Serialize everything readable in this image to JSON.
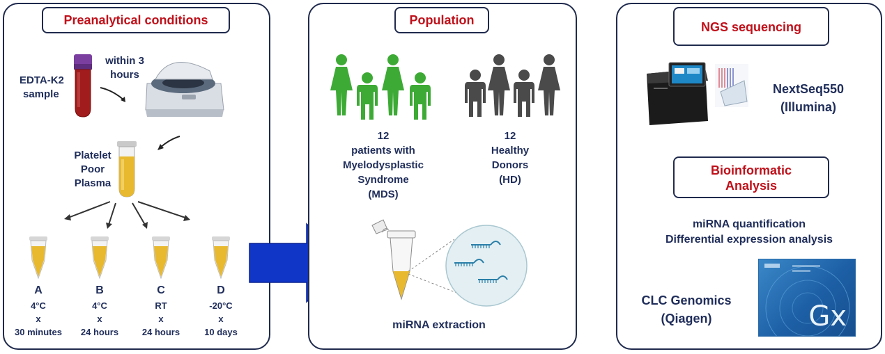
{
  "panel1": {
    "title": "Preanalytical conditions",
    "sample_line1": "EDTA-K2",
    "sample_line2": "sample",
    "time_line1": "within 3",
    "time_line2": "hours",
    "ppp_line1": "Platelet",
    "ppp_line2": "Poor",
    "ppp_line3": "Plasma",
    "conditions": [
      {
        "letter": "A",
        "temp": "4°C",
        "x": "x",
        "time": "30 minutes"
      },
      {
        "letter": "B",
        "temp": "4°C",
        "x": "x",
        "time": "24 hours"
      },
      {
        "letter": "C",
        "temp": "RT",
        "x": "x",
        "time": "24 hours"
      },
      {
        "letter": "D",
        "temp": "-20°C",
        "x": "x",
        "time": "10 days"
      }
    ]
  },
  "panel2": {
    "title": "Population",
    "patients": {
      "line1": "12",
      "line2": "patients with",
      "line3": "Myelodysplastic",
      "line4": "Syndrome",
      "line5": "(MDS)"
    },
    "donors": {
      "line1": "12",
      "line2": "Healthy",
      "line3": "Donors",
      "line4": "(HD)"
    },
    "extraction": "miRNA extraction"
  },
  "panel3": {
    "title": "NGS sequencing",
    "sequencer_line1": "NextSeq550",
    "sequencer_line2": "(Illumina)",
    "bio_title_line1": "Bioinformatic",
    "bio_title_line2": "Analysis",
    "analysis_line1": "miRNA quantification",
    "analysis_line2": "Differential expression analysis",
    "software_line1": "CLC Genomics",
    "software_line2": "(Qiagen)",
    "software_icon_text": "Gx"
  },
  "colors": {
    "accent_red": "#c0101a",
    "navy": "#1f2d5a",
    "green": "#3daa35",
    "gray": "#4a4a4a",
    "arrow_blue": "#1036c8",
    "plasma": "#e8b92f",
    "blood": "#9e1b1b"
  }
}
